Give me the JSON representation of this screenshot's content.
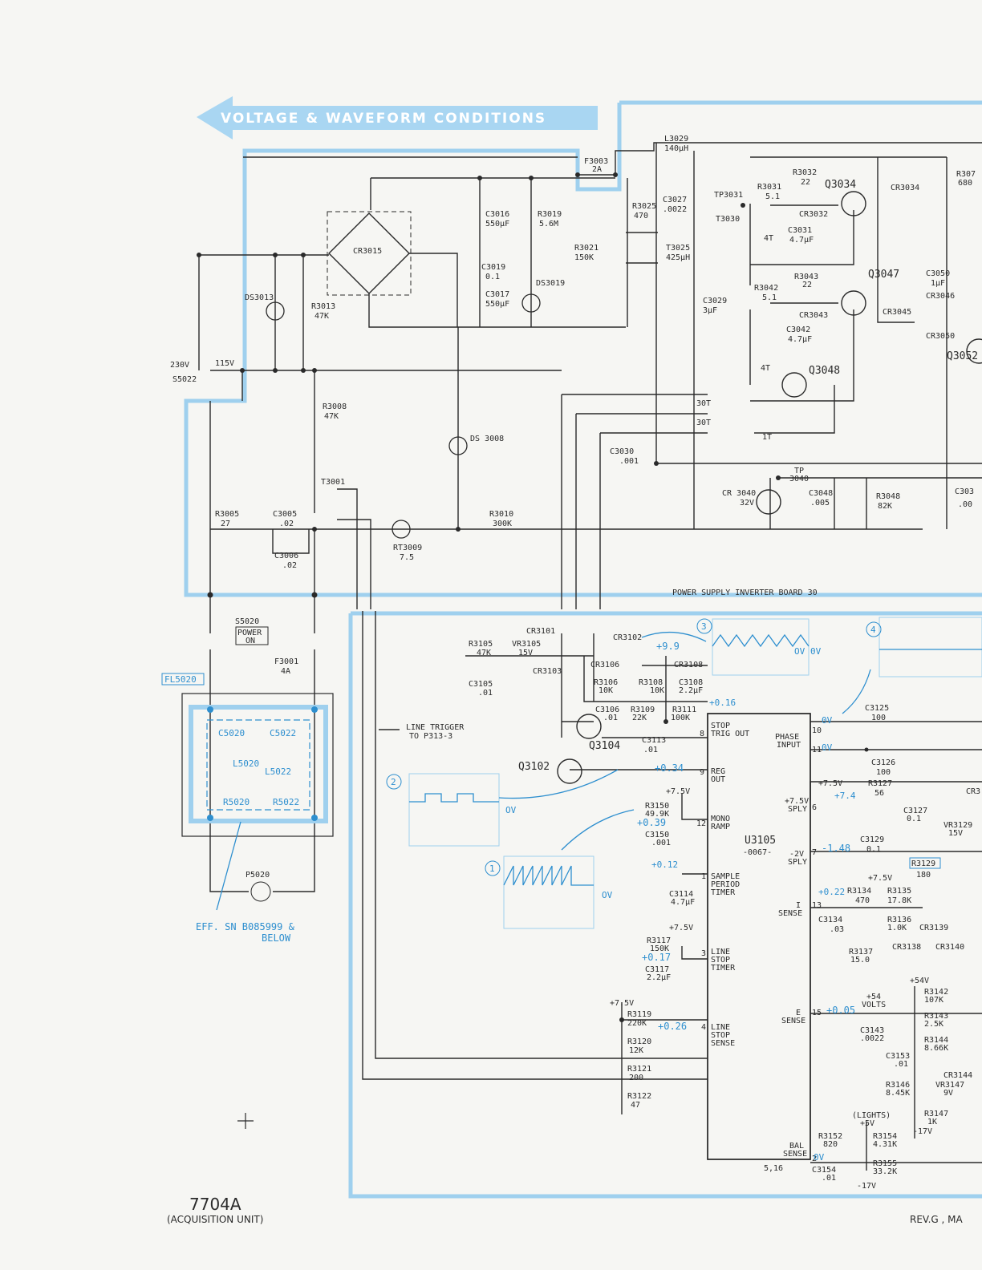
{
  "header": {
    "banner": "VOLTAGE & WAVEFORM CONDITIONS"
  },
  "boards": {
    "inverter": "POWER SUPPLY INVERTER BOARD 30"
  },
  "footer": {
    "model": "7704A",
    "unit": "(ACQUISITION UNIT)",
    "rev": "REV.G , MA"
  },
  "note": {
    "line1": "EFF. SN B085999 &",
    "line2": "BELOW"
  },
  "colors": {
    "ink": "#2a2a2a",
    "highlight": "#9fd0ee",
    "annotation": "#2e8fcf",
    "paper": "#f6f6f3"
  },
  "switches": {
    "s5022_230": "230V",
    "s5022_115": "115V",
    "s5022": "S5022",
    "s5020": "S5020",
    "s5020_fn1": "POWER",
    "s5020_fn2": "ON"
  },
  "filter": {
    "name": "FL5020",
    "c5020": "C5020",
    "c5022": "C5022",
    "l5020": "L5020",
    "l5022": "L5022",
    "r5020": "R5020",
    "r5022": "R5022"
  },
  "fuses": {
    "f3001": "F3001",
    "f3001_v": "4A",
    "f3003": "F3003",
    "f3003_v": "2A"
  },
  "plug": {
    "p5020": "P5020"
  },
  "labels": {
    "ds3013": "DS3013",
    "r3013": "R3013",
    "r3013_v": "47K",
    "cr3015": "CR3015",
    "c3016": "C3016",
    "c3016_v": "550μF",
    "r3019": "R3019",
    "r3019_v": "5.6M",
    "c3019": "C3019",
    "c3019_v": "0.1",
    "c3017": "C3017",
    "c3017_v": "550μF",
    "ds3019": "DS3019",
    "r3021": "R3021",
    "r3021_v": "150K",
    "r3008": "R3008",
    "r3008_v": "47K",
    "ds3008": "DS 3008",
    "t3001": "T3001",
    "r3005": "R3005",
    "r3005_v": "27",
    "c3005": "C3005",
    "c3005_v": ".02",
    "c3006": "C3006",
    "c3006_v": ".02",
    "rt3009": "RT3009",
    "rt3009_v": "7.5",
    "r3010": "R3010",
    "r3010_v": "300K",
    "l3029": "L3029",
    "l3029_v": "140μH",
    "r3025": "R3025",
    "r3025_v": "470",
    "c3027": "C3027",
    "c3027_v": ".0022",
    "t3025": "T3025",
    "t3025_v": "425μH",
    "c3029": "C3029",
    "c3029_v": "3μF",
    "tp3031": "TP3031",
    "t3030": "T3030",
    "r3031": "R3031",
    "r3031_v": "5.1",
    "r3032": "R3032",
    "r3032_v": "22",
    "q3034": "Q3034",
    "cr3034": "CR3034",
    "cr3032": "CR3032",
    "c3031": "C3031",
    "c3031_v": "4.7μF",
    "turns_4t": "4T",
    "r3043": "R3043",
    "r3043_v": "22",
    "r3042": "R3042",
    "r3042_v": "5.1",
    "cr3043": "CR3043",
    "q3047": "Q3047",
    "cr3045": "CR3045",
    "c3042": "C3042",
    "c3042_v": "4.7μF",
    "q3048": "Q3048",
    "turns_4t_b": "4T",
    "turns_30t_a": "30T",
    "turns_30t_b": "30T",
    "turns_1t": "1T",
    "c3030": "C3030",
    "c3030_v": ".001",
    "tp3040": "TP",
    "tp3040_n": "3040",
    "cr3040": "CR 3040",
    "cr3040_v": "32V",
    "c3048": "C3048",
    "c3048_v": ".005",
    "r3048": "R3048",
    "r3048_v": "82K",
    "c3050": "C3050",
    "c3050_v": "1μF",
    "cr3046": "CR3046",
    "cr3050": "CR3050",
    "q3052": "Q3052",
    "r307": "R307",
    "r307_v": "680",
    "c303": "C303",
    "c303_v": ".00",
    "r3105": "R3105",
    "r3105_v": "47K",
    "vr3105": "VR3105",
    "vr3105_v": "15V",
    "cr3101": "CR3101",
    "cr3102": "CR3102",
    "cr3103": "CR3103",
    "c3105": "C3105",
    "c3105_v": ".01",
    "cr3106": "CR3106",
    "cr3108": "CR3108",
    "r3106": "R3106",
    "r3106_v": "10K",
    "r3108": "R3108",
    "r3108_v": "10K",
    "c3108": "C3108",
    "c3108_v": "2.2μF",
    "c3106": "C3106",
    "c3106_v": ".01",
    "r3109": "R3109",
    "r3109_v": "22K",
    "r3111": "R3111",
    "r3111_v": "100K",
    "q3104": "Q3104",
    "c3113": "C3113",
    "c3113_v": ".01",
    "q3102": "Q3102",
    "line_trigger_1": "LINE TRIGGER",
    "line_trigger_2": "TO P313-3",
    "v75_a": "+7.5V",
    "r3150": "R3150",
    "r3150_v": "49.9K",
    "c3150": "C3150",
    "c3150_v": ".001",
    "c3114": "C3114",
    "c3114_v": "4.7μF",
    "v75_b": "+7.5V",
    "r3117": "R3117",
    "r3117_v": "150K",
    "c3117": "C3117",
    "c3117_v": "2.2μF",
    "v75_c": "+7.5V",
    "r3119": "R3119",
    "r3119_v": "220K",
    "r3120": "R3120",
    "r3120_v": "12K",
    "r3121": "R3121",
    "r3121_v": "200",
    "r3122": "R3122",
    "r3122_v": "47",
    "u3105": "U3105",
    "u3105_v": "-0067-",
    "pin_stop_1": "STOP",
    "pin_stop_2": "TRIG OUT",
    "pin_reg_1": "REG",
    "pin_reg_2": "OUT",
    "pin_mono_1": "MONO",
    "pin_mono_2": "RAMP",
    "pin_samp_1": "SAMPLE",
    "pin_samp_2": "PERIOD",
    "pin_samp_3": "TIMER",
    "pin_lst_1": "LINE",
    "pin_lst_2": "STOP",
    "pin_lst_3": "TIMER",
    "pin_lss_1": "LINE",
    "pin_lss_2": "STOP",
    "pin_lss_3": "SENSE",
    "pin_phase_1": "PHASE",
    "pin_phase_2": "INPUT",
    "pin_75s_1": "+7.5V",
    "pin_75s_2": "SPLY",
    "pin_2s_1": "-2V",
    "pin_2s_2": "SPLY",
    "pin_isense_1": "I",
    "pin_isense_2": "SENSE",
    "pin_esense_1": "E",
    "pin_esense_2": "SENSE",
    "pin_bal_1": "BAL",
    "pin_bal_2": "SENSE",
    "pn8": "8",
    "pn9": "9",
    "pn12": "12",
    "pn1": "1",
    "pn3": "3",
    "pn4": "4",
    "pn10": "10",
    "pn11": "11",
    "pn6": "6",
    "pn7": "7",
    "pn13": "13",
    "pn15": "15",
    "pn2": "2",
    "pn516": "5,16",
    "c3125": "C3125",
    "c3125_v": "100",
    "c3126": "C3126",
    "c3126_v": "100",
    "v75_d": "+7.5V",
    "r3127": "R3127",
    "r3127_v": "56",
    "c3127": "C3127",
    "c3127_v": "0.1",
    "vr3129": "VR3129",
    "vr3129_v": "15V",
    "c3129": "C3129",
    "c3129_v": "0.1",
    "r3129": "R3129",
    "r3129_v": "180",
    "cr3_": "CR3",
    "v75_e": "+7.5V",
    "r3134": "R3134",
    "r3134_v": "470",
    "r3135": "R3135",
    "r3135_v": "17.8K",
    "c3134": "C3134",
    "c3134_v": ".03",
    "r3136": "R3136",
    "r3136_v": "1.0K",
    "cr3139": "CR3139",
    "cr3138": "CR3138",
    "cr3140": "CR3140",
    "r3137": "R3137",
    "r3137_v": "15.0",
    "v54_a": "+54V",
    "r3142": "R3142",
    "r3142_v": "107K",
    "v54_b": "+54",
    "volts": "VOLTS",
    "r3143": "R3143",
    "r3143_v": "2.5K",
    "c3143": "C3143",
    "c3143_v": ".0022",
    "r3144": "R3144",
    "r3144_v": "8.66K",
    "c3153": "C3153",
    "c3153_v": ".01",
    "cr3144": "CR3144",
    "r3146": "R3146",
    "r3146_v": "8.45K",
    "vr3147": "VR3147",
    "vr3147_v": "9V",
    "r3147": "R3147",
    "r3147_v": "1K",
    "v17_a": "-17V",
    "lights": "(LIGHTS)",
    "v5": "+5V",
    "r3152": "R3152",
    "r3152_v": "820",
    "r3154": "R3154",
    "r3154_v": "4.31K",
    "r3155": "R3155",
    "r3155_v": "33.2K",
    "c3154": "C3154",
    "c3154_v": ".01",
    "v17_b": "-17V"
  },
  "annotations": {
    "v_99": "+9.9",
    "v_016": "+0.16",
    "v_034": "+0.34",
    "v_039": "+0.39",
    "v_012": "+0.12",
    "v_017": "+0.17",
    "v_026": "+0.26",
    "v_74": "+7.4",
    "v_148": "-1.48",
    "v_022": "+0.22",
    "v_005": "+0.05",
    "v_0v_pin8": "0V",
    "v_0v_pin10": "0V",
    "v_0v_pin11": "0V",
    "v_0v_bal": "0V",
    "wf1_n": "1",
    "wf2_n": "2",
    "wf3_n": "3",
    "wf4_n": "4",
    "wf1_ov": "OV",
    "wf2_ov": "OV",
    "wf3_ov": "OV"
  }
}
